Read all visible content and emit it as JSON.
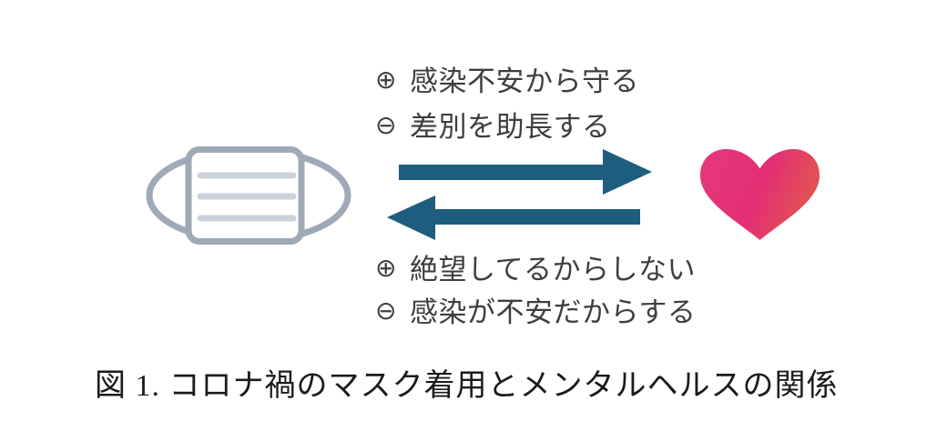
{
  "figure": {
    "caption": "図 1. コロナ禍のマスク着用とメンタルヘルスの関係",
    "top_labels": [
      {
        "symbol": "⊕",
        "text": "感染不安から守る"
      },
      {
        "symbol": "⊖",
        "text": "差別を助長する"
      }
    ],
    "bottom_labels": [
      {
        "symbol": "⊕",
        "text": "絶望してるからしない"
      },
      {
        "symbol": "⊖",
        "text": "感染が不安だからする"
      }
    ],
    "icons": {
      "left": "face-mask-icon",
      "right": "heart-icon",
      "forward": "arrow-right-icon",
      "backward": "arrow-left-icon"
    },
    "colors": {
      "arrow": "#1e5d7e",
      "mask_outline": "#9fa9b7",
      "mask_fill": "#ffffff",
      "mask_pleats": "#ccd2da",
      "heart_pink": "#e5387b",
      "heart_magenta": "#e32f74",
      "heart_salmon": "#e0564f",
      "label_text": "#3e3e3e",
      "caption_text": "#1b1b1b",
      "background": "#ffffff"
    }
  }
}
